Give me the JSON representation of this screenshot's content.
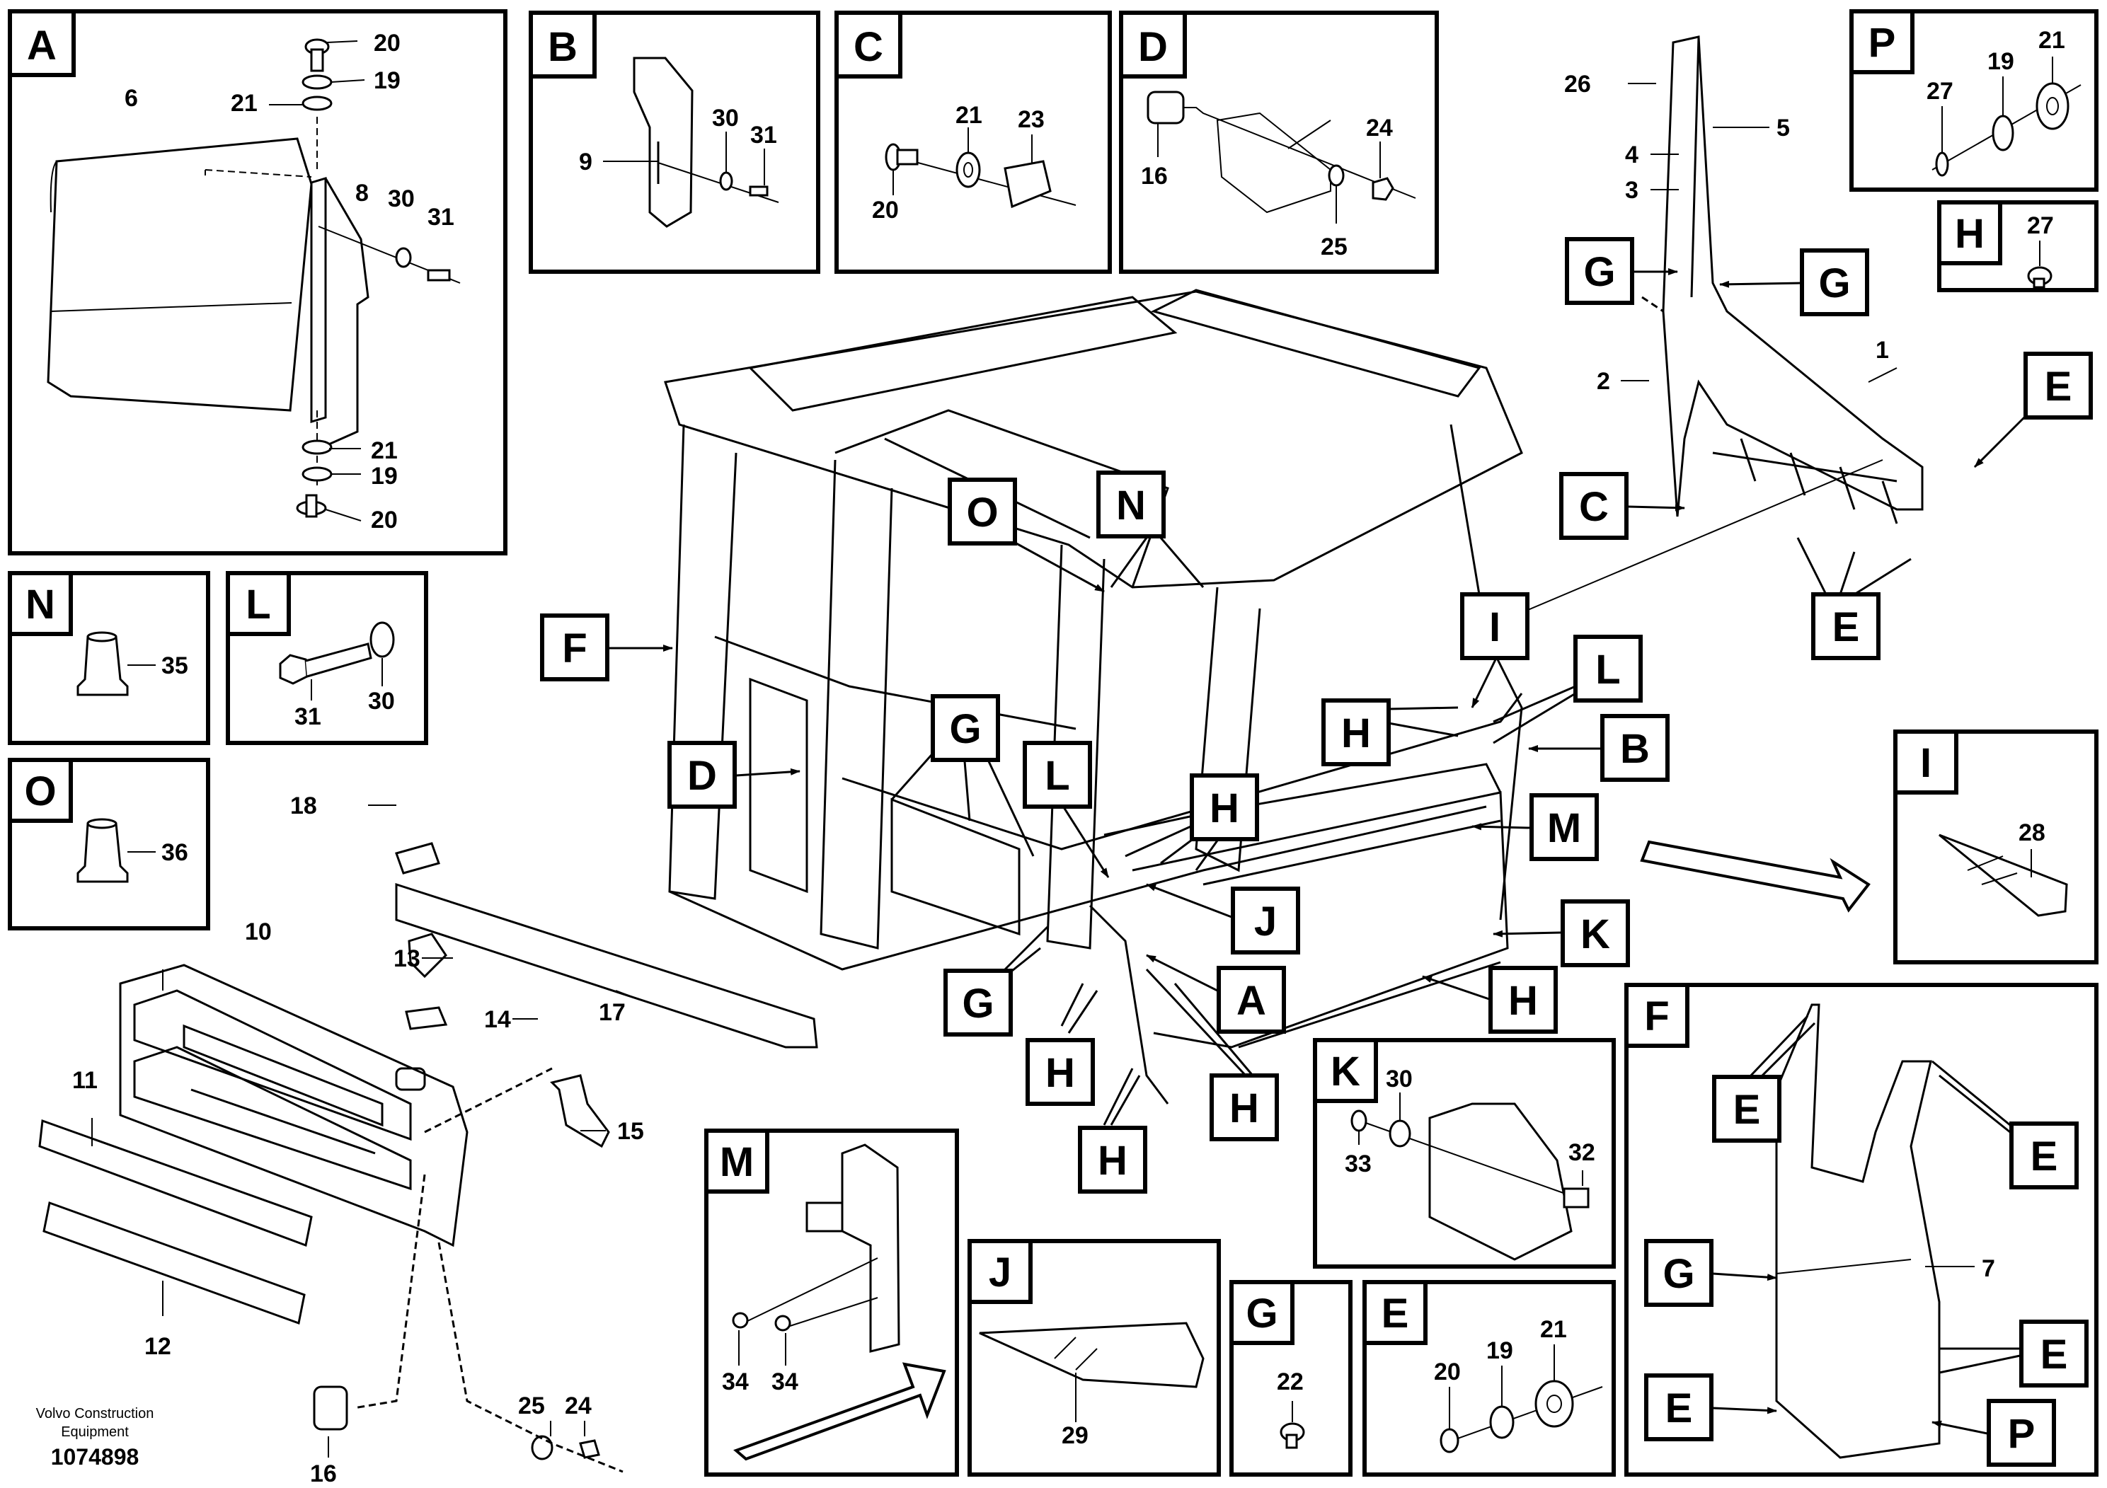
{
  "diagram": {
    "panels": {
      "A": {
        "tag": "A",
        "refs": [
          "20",
          "19",
          "21",
          "6",
          "8",
          "30",
          "31",
          "21",
          "19",
          "20"
        ]
      },
      "B": {
        "tag": "B",
        "refs": [
          "9",
          "30",
          "31"
        ]
      },
      "C": {
        "tag": "C",
        "refs": [
          "21",
          "23",
          "20"
        ]
      },
      "D": {
        "tag": "D",
        "refs": [
          "16",
          "24",
          "25"
        ]
      },
      "P": {
        "tag": "P",
        "refs": [
          "27",
          "19",
          "21"
        ]
      },
      "H": {
        "tag": "H",
        "refs": [
          "27"
        ]
      },
      "N": {
        "tag": "N",
        "refs": [
          "35"
        ]
      },
      "L": {
        "tag": "L",
        "refs": [
          "31",
          "30"
        ]
      },
      "O": {
        "tag": "O",
        "refs": [
          "36"
        ]
      },
      "I": {
        "tag": "I",
        "refs": [
          "28"
        ]
      },
      "F": {
        "tag": "F",
        "refs": [
          "7"
        ]
      },
      "K": {
        "tag": "K",
        "refs": [
          "30",
          "33",
          "32"
        ]
      },
      "M": {
        "tag": "M",
        "refs": [
          "34",
          "34"
        ]
      },
      "J": {
        "tag": "J",
        "refs": [
          "29"
        ]
      },
      "G": {
        "tag": "G",
        "refs": [
          "22"
        ]
      },
      "E": {
        "tag": "E",
        "refs": [
          "20",
          "19",
          "21"
        ]
      }
    },
    "main_refs": [
      "26",
      "5",
      "4",
      "3",
      "2",
      "1",
      "18",
      "17",
      "13",
      "14",
      "10",
      "15",
      "11",
      "12",
      "25",
      "24",
      "16"
    ],
    "callouts": [
      "O",
      "N",
      "F",
      "D",
      "G",
      "L",
      "H",
      "J",
      "A",
      "K",
      "H",
      "M",
      "G",
      "H",
      "H",
      "H",
      "I",
      "L",
      "H",
      "B",
      "C",
      "E",
      "E",
      "G",
      "G",
      "E",
      "E",
      "G",
      "E",
      "E",
      "P"
    ],
    "footer": {
      "brand_line1": "Volvo Construction",
      "brand_line2": "Equipment",
      "doc_number": "1074898"
    }
  }
}
